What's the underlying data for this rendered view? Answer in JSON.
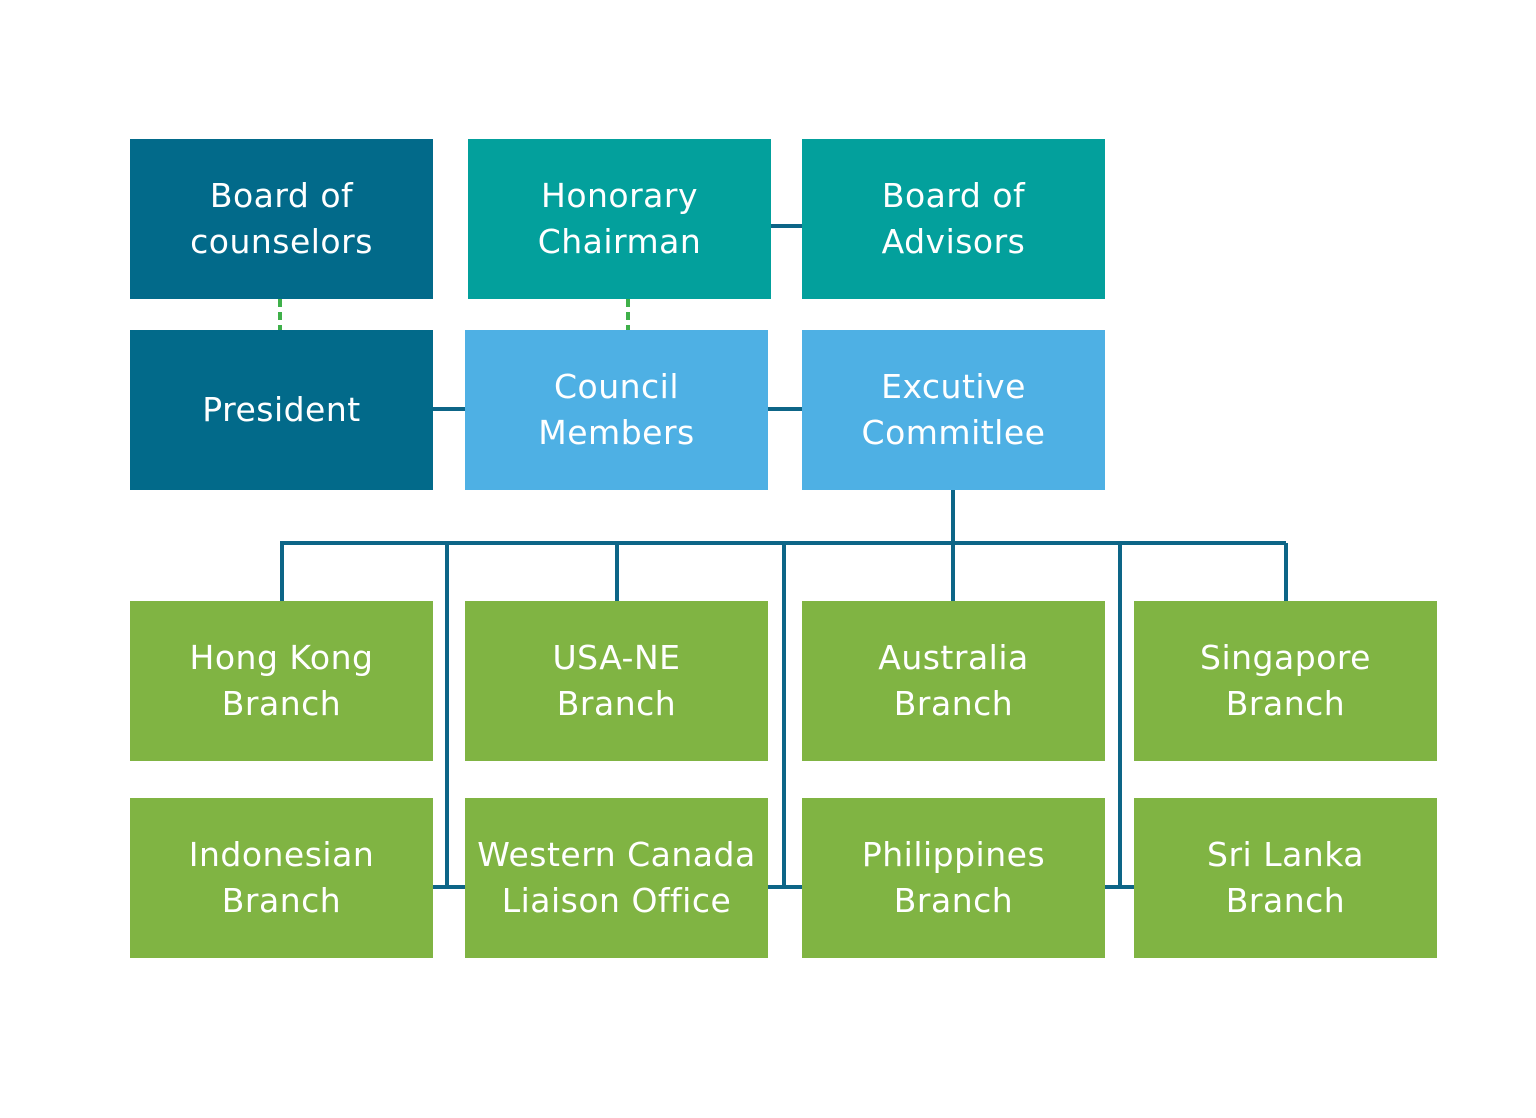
{
  "colors": {
    "leadership": "#026a8a",
    "honorary": "#03a09c",
    "council": "#4eb0e4",
    "branch": "#80b443",
    "connector": "#0d6587",
    "dotted_connector": "#3fb04a"
  },
  "nodes": {
    "board_of_counselors": {
      "line1": "Board of",
      "line2": "counselors"
    },
    "honorary_chairman": {
      "line1": "Honorary",
      "line2": "Chairman"
    },
    "board_of_advisors": {
      "line1": "Board of",
      "line2": "Advisors"
    },
    "president": {
      "line1": "President"
    },
    "council_members": {
      "line1": "Council",
      "line2": "Members"
    },
    "executive_committee": {
      "line1": "Excutive",
      "line2": "Commitlee"
    },
    "hong_kong": {
      "line1": "Hong Kong",
      "line2": "Branch"
    },
    "usa_ne": {
      "line1": "USA-NE",
      "line2": "Branch"
    },
    "australia": {
      "line1": "Australia",
      "line2": "Branch"
    },
    "singapore": {
      "line1": "Singapore",
      "line2": "Branch"
    },
    "indonesian": {
      "line1": "Indonesian",
      "line2": "Branch"
    },
    "western_canada": {
      "line1": "Western Canada",
      "line2": "Liaison Office"
    },
    "philippines": {
      "line1": "Philippines",
      "line2": "Branch"
    },
    "sri_lanka": {
      "line1": "Sri Lanka",
      "line2": "Branch"
    }
  }
}
